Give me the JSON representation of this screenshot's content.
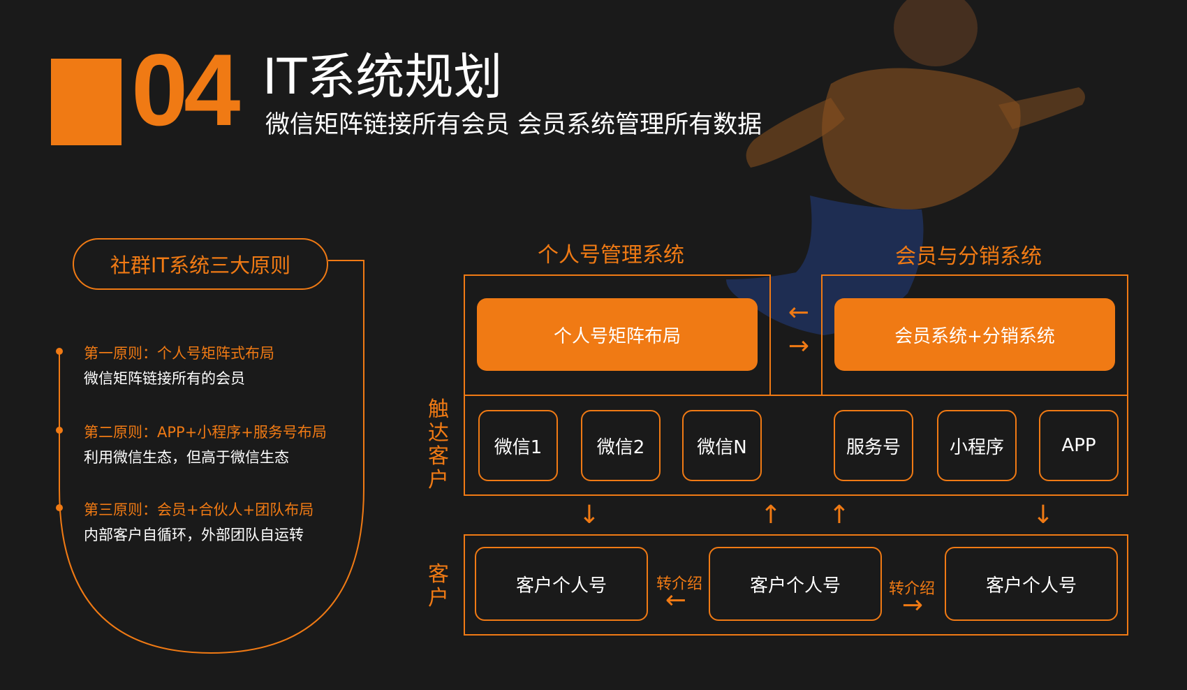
{
  "header": {
    "number": "04",
    "title": "IT系统规划",
    "subtitle": "微信矩阵链接所有会员  会员系统管理所有数据"
  },
  "principles": {
    "heading": "社群IT系统三大原则",
    "items": [
      {
        "title": "第一原则：个人号矩阵式布局",
        "desc": "微信矩阵链接所有的会员"
      },
      {
        "title": "第二原则：APP+小程序+服务号布局",
        "desc": "利用微信生态，但高于微信生态"
      },
      {
        "title": "第三原则：会员+合伙人+团队布局",
        "desc": "内部客户自循环，外部团队自运转"
      }
    ]
  },
  "diagram": {
    "left_system_title": "个人号管理系统",
    "right_system_title": "会员与分销系统",
    "left_core": "个人号矩阵布局",
    "right_core": "会员系统+分销系统",
    "touch_label": "触达客户",
    "touch_channels_left": [
      "微信1",
      "微信2",
      "微信N"
    ],
    "touch_channels_right": [
      "服务号",
      "小程序",
      "APP"
    ],
    "customer_label": "客户",
    "customers": [
      "客户个人号",
      "客户个人号",
      "客户个人号"
    ],
    "referral": [
      "转介绍",
      "转介绍"
    ],
    "arrows": {
      "core_left": "←",
      "core_right": "→",
      "down": "↓",
      "up": "↑",
      "referral_left": "←",
      "referral_right": "→"
    }
  },
  "colors": {
    "accent": "#f07a14",
    "background": "#1a1a1a",
    "text": "#ffffff"
  }
}
